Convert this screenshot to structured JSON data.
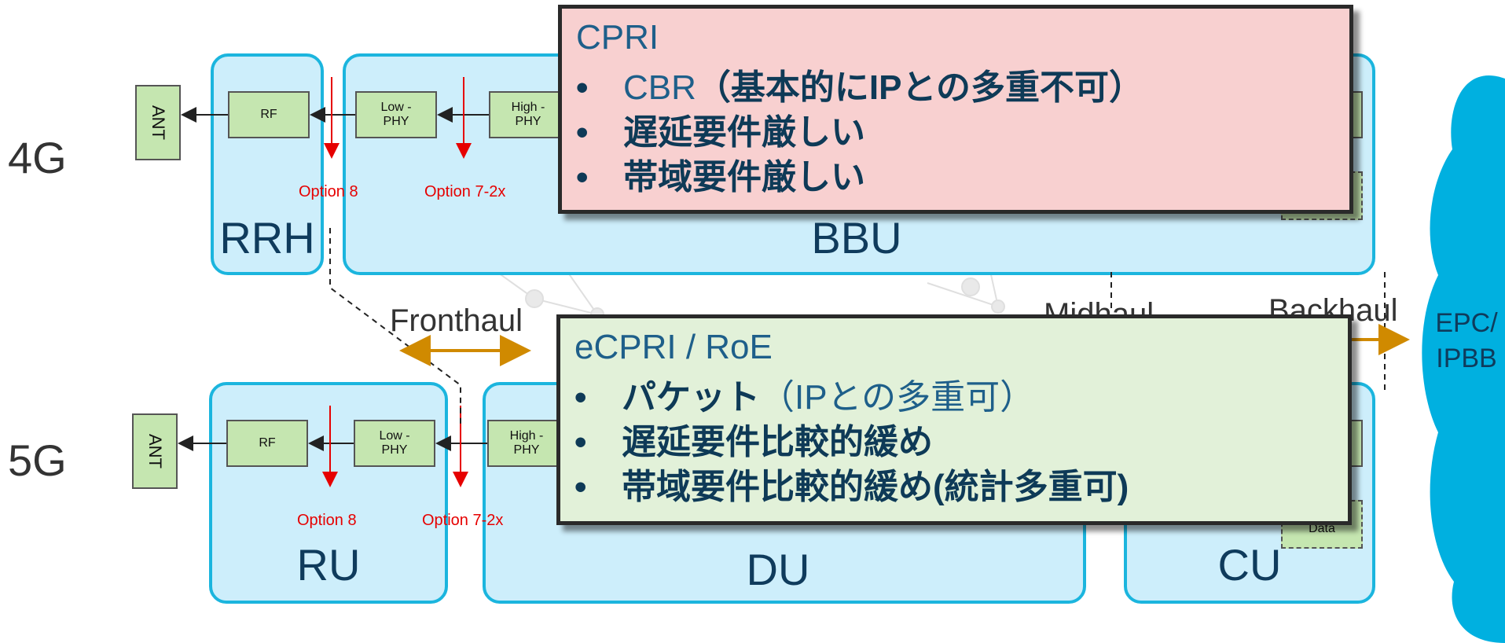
{
  "generations": {
    "g4": "4G",
    "g5": "5G"
  },
  "row4g": {
    "ant": "ANT",
    "rf": "RF",
    "low_phy": "Low -\nPHY",
    "high_phy": "High -\nPHY",
    "option8": "Option 8",
    "option72x": "Option 7-2x",
    "rrh": "RRH",
    "bbu": "BBU"
  },
  "row5g": {
    "ant": "ANT",
    "rf": "RF",
    "low_phy": "Low -\nPHY",
    "high_phy": "High -\nPHY",
    "option8": "Option 8",
    "option72x": "Option 7-2x",
    "ru": "RU",
    "du": "DU",
    "cu": "CU",
    "data": "Data"
  },
  "haul": {
    "fronthaul": "Fronthaul",
    "midhaul": "Midhaul",
    "backhaul": "Backhaul"
  },
  "cloud": {
    "line1": "EPC/",
    "line2": "IPBB"
  },
  "cpri_popup": {
    "title": "CPRI",
    "items": [
      {
        "main": "CBR",
        "rest": "（基本的にIPとの多重不可）"
      },
      {
        "main": "遅延要件厳しい",
        "rest": ""
      },
      {
        "main": "帯域要件厳しい",
        "rest": ""
      }
    ]
  },
  "ecpri_popup": {
    "title": "eCPRI / RoE",
    "items": [
      {
        "main": "パケット",
        "rest": "（IPとの多重可）"
      },
      {
        "main": "遅延要件比較的緩め",
        "rest": ""
      },
      {
        "main": "帯域要件比較的緩め(統計多重可)",
        "rest": ""
      }
    ]
  },
  "colors": {
    "container_fill": "#cdeefb",
    "container_border": "#1bb5de",
    "function_fill": "#c5e6b0",
    "option_red": "#e60000",
    "haul_orange": "#d08a00",
    "cpri_bg": "#f8d0d0",
    "ecpri_bg": "#e2f1d9",
    "cloud": "#00b0e0"
  }
}
